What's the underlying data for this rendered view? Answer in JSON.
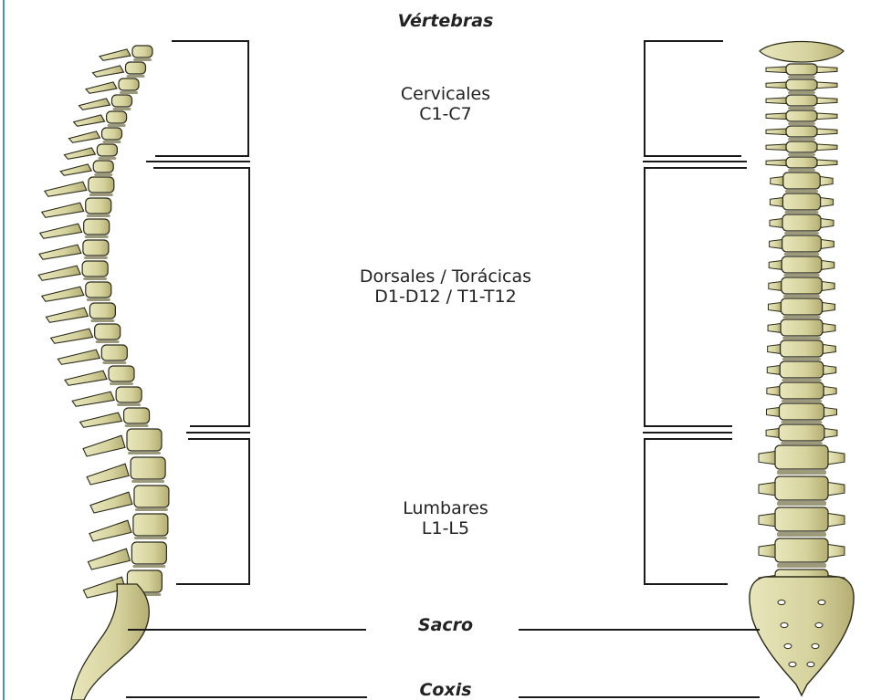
{
  "title": "Vértebras",
  "regions": [
    {
      "name": "Cervicales",
      "range": "C1-C7"
    },
    {
      "name": "Dorsales / Torácicas",
      "range": "D1-D12 / T1-T12"
    },
    {
      "name": "Lumbares",
      "range": "L1-L5"
    }
  ],
  "sacrum_label": "Sacro",
  "coccyx_label": "Coxis",
  "colors": {
    "bone": "#dcd9a8",
    "bone_shadow": "#b9b47a",
    "bone_outline": "#2b2b1a",
    "disc": "#9c9a7a",
    "bracket": "#1a1a1a",
    "left_rule": "#4a90c8"
  }
}
